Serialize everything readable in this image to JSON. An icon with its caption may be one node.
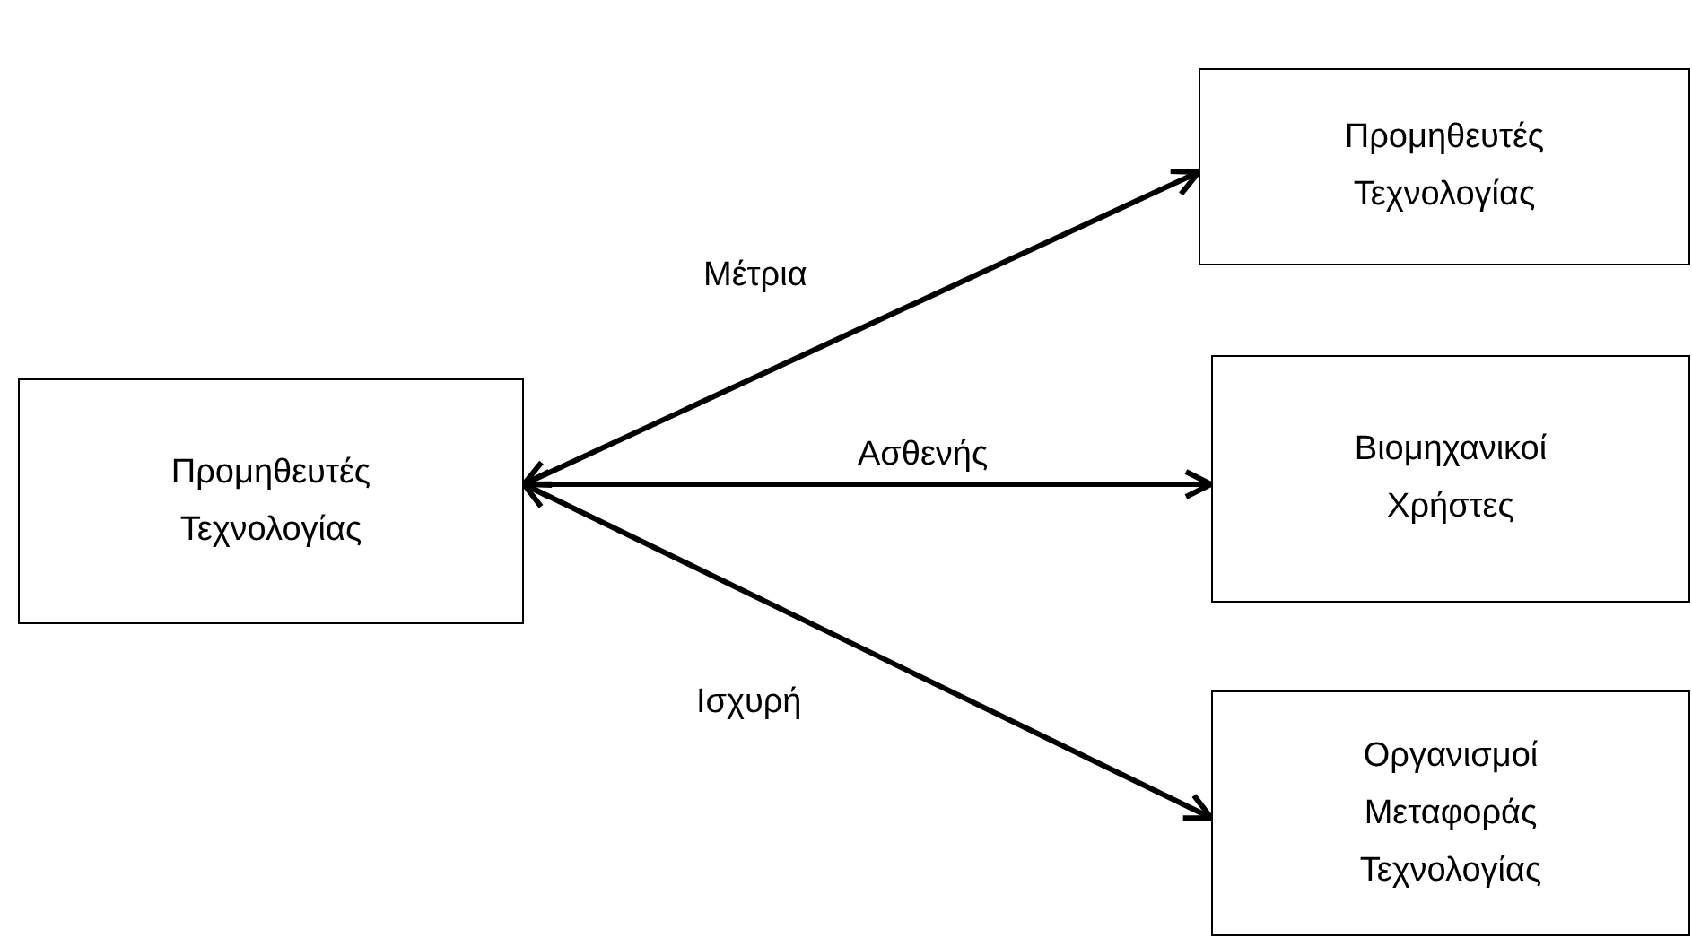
{
  "diagram": {
    "nodes": [
      {
        "text": [
          "Προμηθευτές Τεχνολογίας"
        ]
      },
      {
        "text": [
          "Προμηθευτές Τεχνολογίας"
        ]
      },
      {
        "text": [
          "Βιομηχανικοί Χρήστες"
        ]
      },
      {
        "text": [
          "Οργανισμοί Μεταφοράς Τεχνολογίας"
        ]
      }
    ],
    "edges": [
      {
        "from": 0,
        "to": 1,
        "arrow": "both",
        "label": "Μέτρια"
      },
      {
        "from": 0,
        "to": 2,
        "arrow": "both",
        "label": "Ασθενής"
      },
      {
        "from": 0,
        "to": 3,
        "arrow": "both",
        "label": "Ισχυρή"
      }
    ]
  }
}
